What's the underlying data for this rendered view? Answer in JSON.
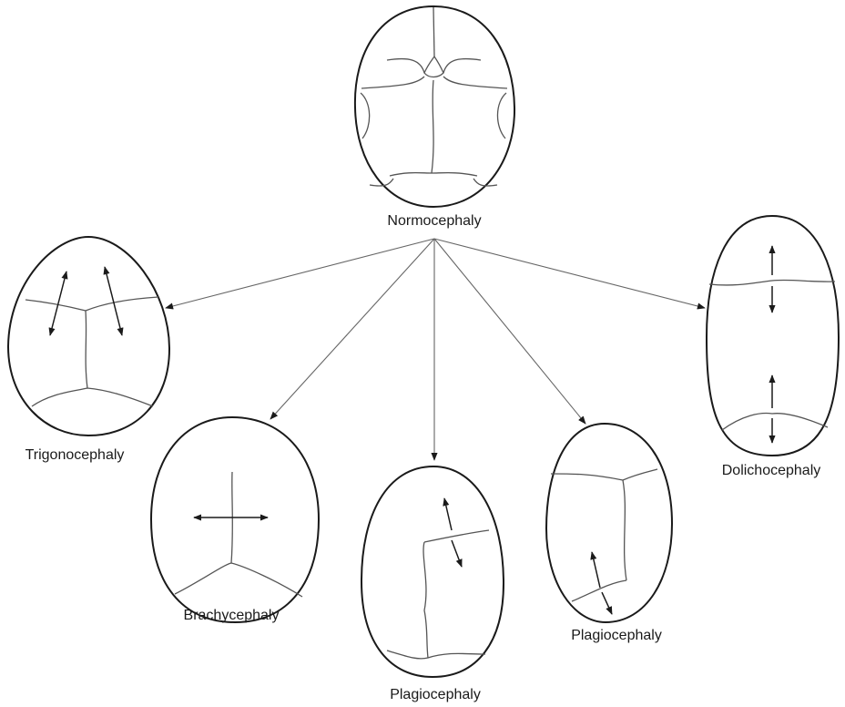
{
  "labels": {
    "normo": "Normocephaly",
    "trigono": "Trigonocephaly",
    "brachy": "Brachycephaly",
    "plagio_center": "Plagiocephaly",
    "plagio_right": "Plagiocephaly",
    "dolicho": "Dolichocephaly"
  }
}
